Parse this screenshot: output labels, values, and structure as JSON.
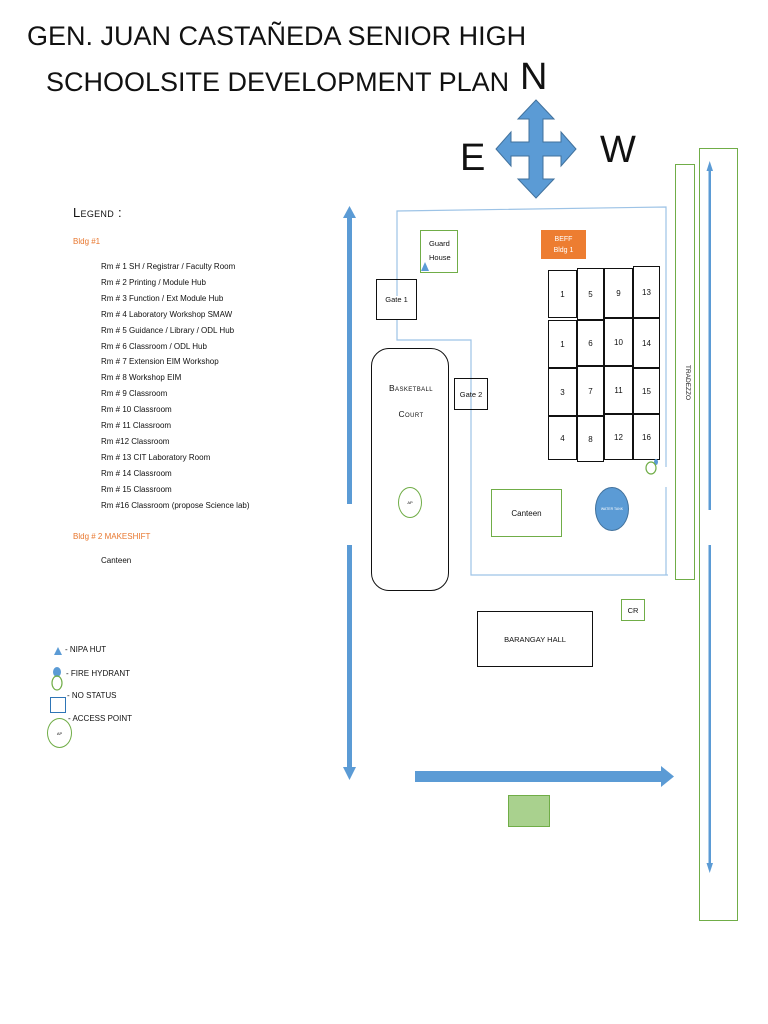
{
  "title": {
    "line1": "GEN. JUAN CASTAÑEDA SENIOR HIGH",
    "line2": "SCHOOLSITE DEVELOPMENT PLAN"
  },
  "compass": {
    "n": "N",
    "e": "E",
    "w": "W"
  },
  "legend": {
    "heading": "Legend :",
    "bldg1_heading": "Bldg #1",
    "rooms": [
      "Rm # 1 SH / Registrar / Faculty Room",
      "Rm # 2 Printing / Module Hub",
      "Rm # 3 Function / Ext Module Hub",
      "Rm # 4 Laboratory Workshop SMAW",
      "Rm # 5 Guidance / Library / ODL Hub",
      "Rm # 6 Classroom / ODL Hub",
      "Rm # 7 Extension EIM Workshop",
      "Rm # 8 Workshop EIM",
      "Rm # 9 Classroom",
      "Rm # 10 Classroom",
      "Rm # 11 Classroom",
      "Rm #12 Classroom",
      "Rm # 13 CIT Laboratory Room",
      "Rm # 14 Classroom",
      "Rm # 15 Classroom",
      "Rm #16 Classroom (propose Science lab)"
    ],
    "bldg2_heading": "Bldg # 2 MAKESHIFT",
    "bldg2_item": "Canteen",
    "symbols": {
      "nipa_hut": "- NIPA HUT",
      "fire_hydrant": "- FIRE HYDRANT",
      "no_status": "- NO STATUS",
      "access_point": "- ACCESS POINT",
      "ap_mark": "AP"
    }
  },
  "map": {
    "guard_house": "Guard House",
    "beff": "BEFF",
    "bldg1": "Bldg 1",
    "gate1": "Gate 1",
    "gate2": "Gate 2",
    "court_line1": "Basketball",
    "court_line2": "Court",
    "court_ap": "AP",
    "canteen": "Canteen",
    "water_tank": "WATER TANK",
    "cr": "CR",
    "barangay_hall": "BARANGAY HALL",
    "road": "TRADEZZO",
    "rooms": [
      [
        "1",
        "5",
        "9",
        "13"
      ],
      [
        "1",
        "6",
        "10",
        "14"
      ],
      [
        "3",
        "7",
        "11",
        "15"
      ],
      [
        "4",
        "8",
        "12",
        "16"
      ]
    ]
  },
  "colors": {
    "arrow_blue": "#5b9bd5",
    "green_outline": "#70ad47",
    "orange": "#ed7d31",
    "green_fill": "#a9d18e",
    "boundary_blue": "#9dc3e6"
  }
}
